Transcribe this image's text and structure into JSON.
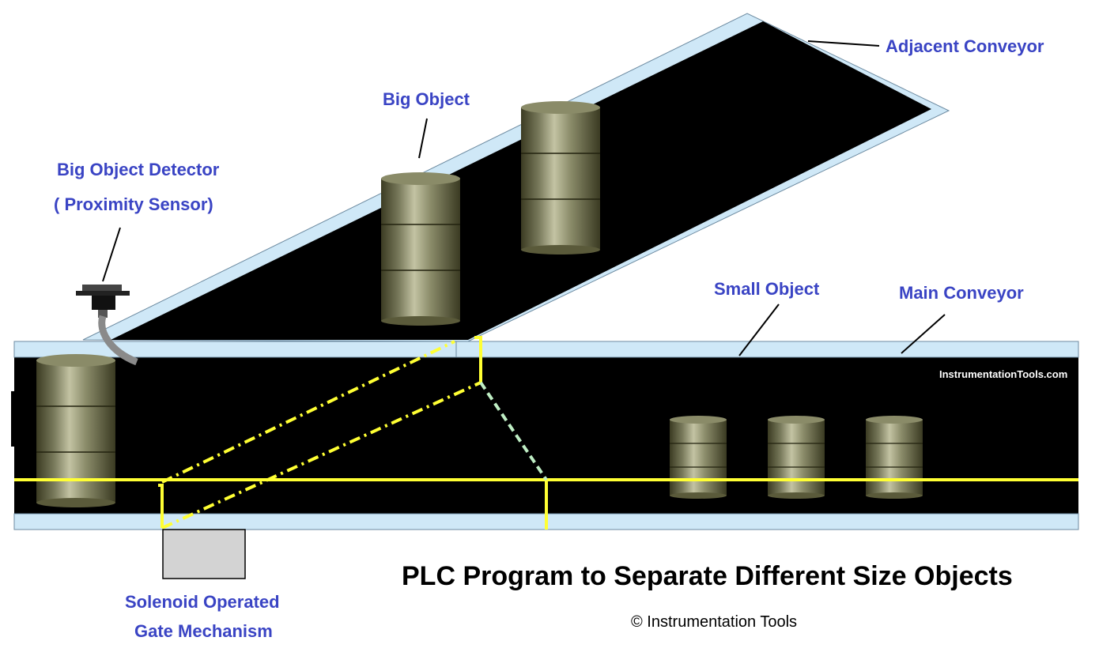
{
  "labels": {
    "adjacent_conveyor": "Adjacent Conveyor",
    "big_object": "Big Object",
    "detector_line1": "Big Object Detector",
    "detector_line2": "( Proximity Sensor)",
    "small_object": "Small Object",
    "main_conveyor": "Main Conveyor",
    "watermark": "InstrumentationTools.com",
    "gate_line1": "Solenoid Operated",
    "gate_line2": "Gate Mechanism",
    "title": "PLC Program to Separate Different Size Objects",
    "copyright": "© Instrumentation Tools"
  },
  "colors": {
    "belt": "#000000",
    "rail": "#cfe8f7",
    "gate_line": "#ffff33",
    "gate_line_dashed": "#bfeec4",
    "label_text": "#3a44c4",
    "solenoid_box": "#d3d3d3"
  }
}
